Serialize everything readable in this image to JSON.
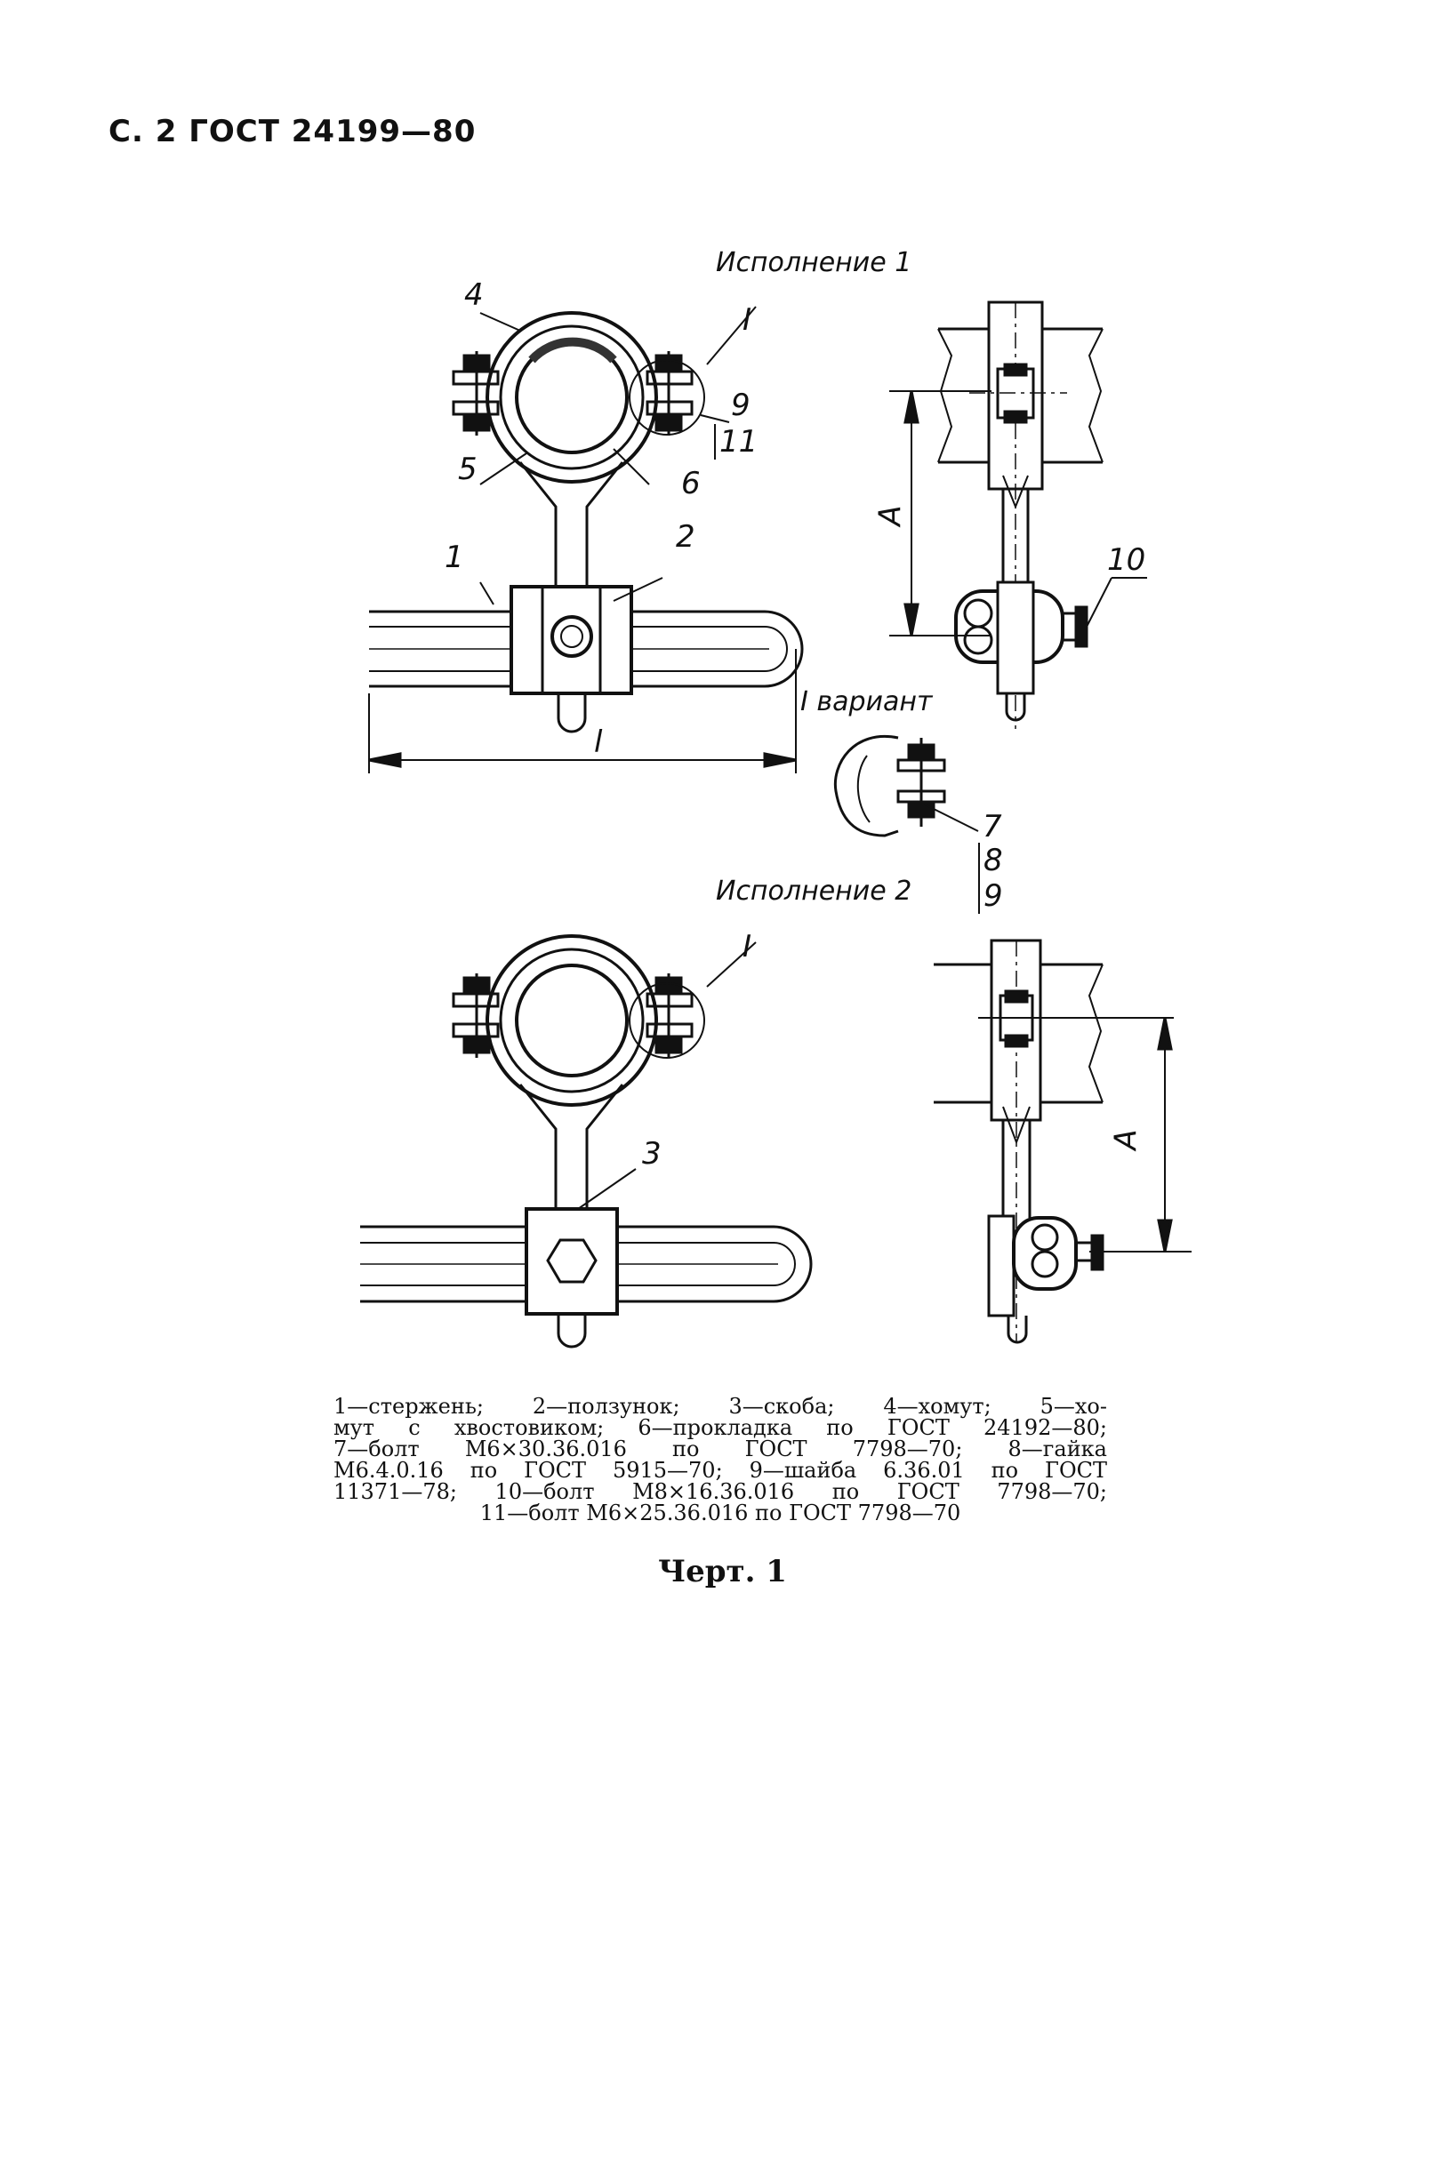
{
  "header": "С. 2 ГОСТ 24199—80",
  "execution1": "Исполнение 1",
  "execution2": "Исполнение 2",
  "variant_label": "I вариант",
  "labels": {
    "n1": "1",
    "n2": "2",
    "n3": "3",
    "n4": "4",
    "n5": "5",
    "n6": "6",
    "n7": "7",
    "n8": "8",
    "n9a": "9",
    "n9b": "9",
    "n10": "10",
    "n11": "11",
    "roman1a": "I",
    "roman1b": "I",
    "dimA1": "A",
    "dimA2": "A",
    "diml": "l"
  },
  "legend": {
    "line1": "1—стержень; 2—ползунок; 3—скоба; 4—хомут; 5—хо-",
    "line2": "мут с хвостовиком; 6—прокладка по ГОСТ 24192—80;",
    "line3": "7—болт М6×30.36.016 по ГОСТ 7798—70; 8—гайка",
    "line4": "М6.4.0.16 по ГОСТ 5915—70; 9—шайба 6.36.01 по ГОСТ",
    "line5": "11371—78; 10—болт М8×16.36.016 по ГОСТ 7798—70;",
    "line6": "11—болт М6×25.36.016 по ГОСТ 7798—70"
  },
  "caption": "Черт. 1"
}
